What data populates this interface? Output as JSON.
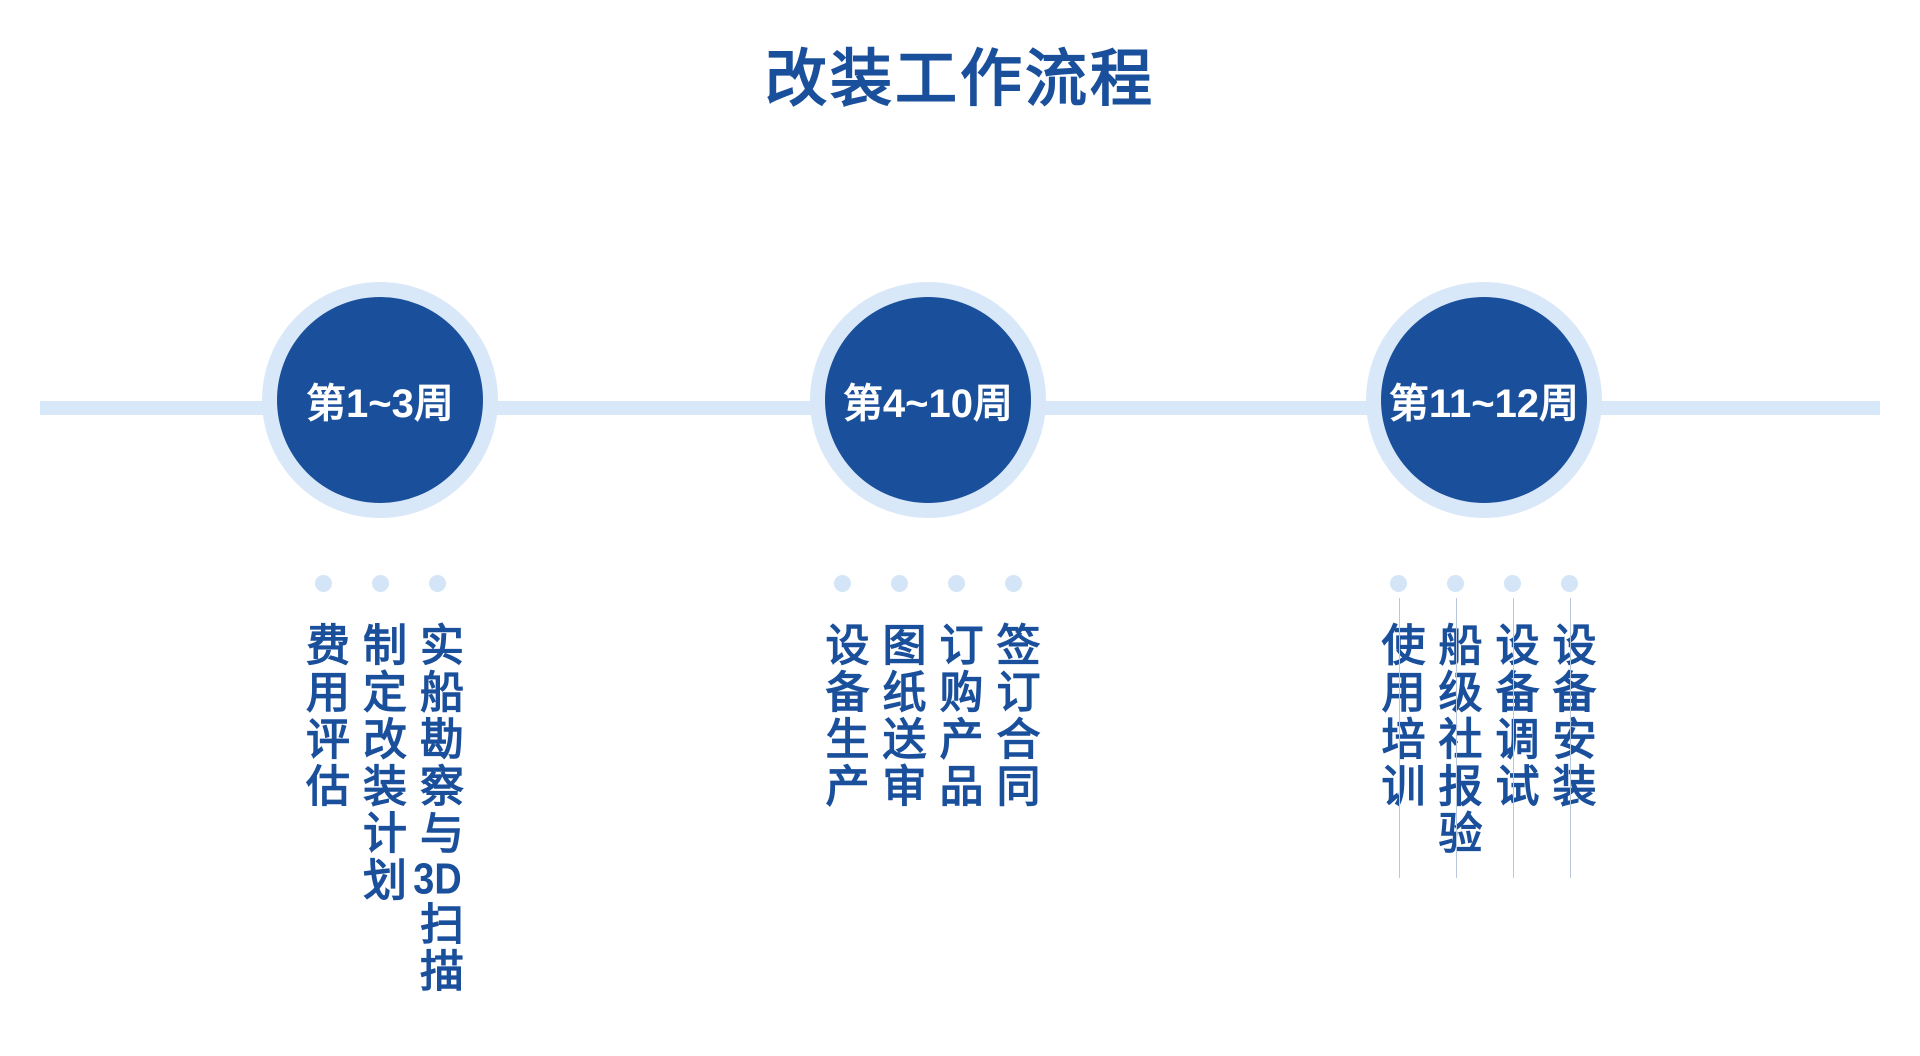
{
  "page": {
    "title": "改装工作流程"
  },
  "colors": {
    "primary_blue": "#1a4f9b",
    "light_blue": "#d9e8f8",
    "dot_blue": "#d3e5f6",
    "leader_line": "#b9c9dd",
    "circle_text": "#ffffff",
    "background": "#ffffff"
  },
  "timeline": {
    "stages": [
      {
        "week_label": "第1~3周",
        "tasks": [
          "实船勘察与3D扫描",
          "制定改装计划",
          "费用评估"
        ],
        "leader_lines": false
      },
      {
        "week_label": "第4~10周",
        "tasks": [
          "签订合同",
          "订购产品",
          "图纸送审",
          "设备生产"
        ],
        "leader_lines": false
      },
      {
        "week_label": "第11~12周",
        "tasks": [
          "设备安装",
          "设备调试",
          "船级社报验",
          "使用培训"
        ],
        "leader_lines": true
      }
    ]
  }
}
